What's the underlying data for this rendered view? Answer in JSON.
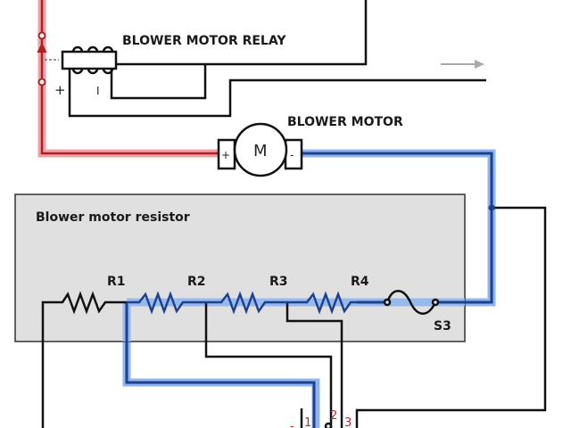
{
  "diagram": {
    "title_relay": "BLOWER MOTOR RELAY",
    "title_motor": "BLOWER MOTOR",
    "motor_symbol": "M",
    "motor_plus": "+",
    "motor_minus": "-",
    "relay_plus": "+",
    "relay_minus": "I",
    "resistor_box_title": "Blower motor resistor",
    "resistors": [
      "R1",
      "R2",
      "R3",
      "R4"
    ],
    "thermal_fuse": "S3",
    "switch_pins": [
      "1",
      "2",
      "3"
    ],
    "switch_minus": "-",
    "colors": {
      "power_wire": "#b02020",
      "power_highlight": "#f0a0a8",
      "active_wire": "#1f3f8f",
      "active_highlight": "#8fb6ee",
      "wire": "#111111",
      "box_fill": "#e0e0e0",
      "arrow": "#aaaaaa"
    }
  }
}
